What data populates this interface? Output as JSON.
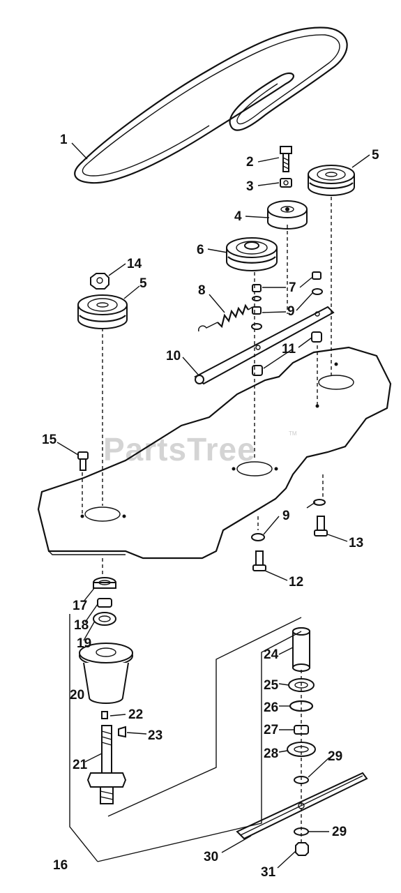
{
  "watermark": "PartsTree",
  "watermark_tm": "TM",
  "callouts": [
    {
      "id": "c1",
      "text": "1"
    },
    {
      "id": "c2",
      "text": "2"
    },
    {
      "id": "c3",
      "text": "3"
    },
    {
      "id": "c4",
      "text": "4"
    },
    {
      "id": "c5a",
      "text": "5"
    },
    {
      "id": "c5b",
      "text": "5"
    },
    {
      "id": "c6",
      "text": "6"
    },
    {
      "id": "c7",
      "text": "7"
    },
    {
      "id": "c8",
      "text": "8"
    },
    {
      "id": "c9a",
      "text": "9"
    },
    {
      "id": "c9b",
      "text": "9"
    },
    {
      "id": "c10",
      "text": "10"
    },
    {
      "id": "c11",
      "text": "11"
    },
    {
      "id": "c12",
      "text": "12"
    },
    {
      "id": "c13",
      "text": "13"
    },
    {
      "id": "c14",
      "text": "14"
    },
    {
      "id": "c15",
      "text": "15"
    },
    {
      "id": "c16",
      "text": "16"
    },
    {
      "id": "c17",
      "text": "17"
    },
    {
      "id": "c18",
      "text": "18"
    },
    {
      "id": "c19",
      "text": "19"
    },
    {
      "id": "c20",
      "text": "20"
    },
    {
      "id": "c21",
      "text": "21"
    },
    {
      "id": "c22",
      "text": "22"
    },
    {
      "id": "c23",
      "text": "23"
    },
    {
      "id": "c24",
      "text": "24"
    },
    {
      "id": "c25",
      "text": "25"
    },
    {
      "id": "c26",
      "text": "26"
    },
    {
      "id": "c27",
      "text": "27"
    },
    {
      "id": "c28",
      "text": "28"
    },
    {
      "id": "c29a",
      "text": "29"
    },
    {
      "id": "c29b",
      "text": "29"
    },
    {
      "id": "c30",
      "text": "30"
    },
    {
      "id": "c31",
      "text": "31"
    }
  ]
}
